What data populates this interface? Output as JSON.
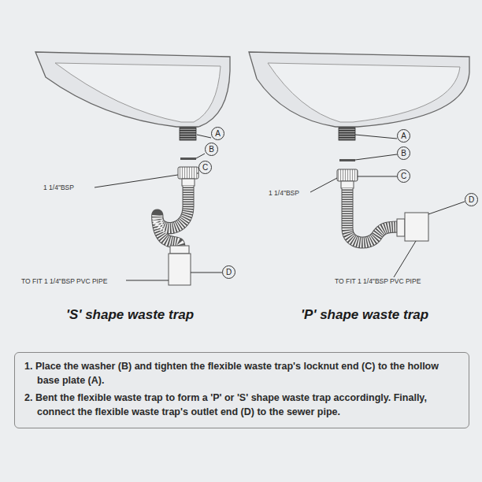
{
  "diagram": {
    "nodes": [
      {
        "text": [
          "A"
        ]
      },
      {
        "text": [
          "B"
        ]
      },
      {
        "text": [
          "C"
        ]
      },
      {
        "text": [
          "D"
        ]
      },
      {
        "text": [
          "A"
        ]
      },
      {
        "text": [
          "B"
        ]
      },
      {
        "text": [
          "C"
        ]
      },
      {
        "text": [
          "D"
        ]
      },
      {
        "text": [
          "1. Place the washer (B) and tighten the flexible waste trap's locknut end (C) to the hollow base plate (A).",
          "2. Bent the flexible waste trap to form a 'P' or 'S' shape waste trap accordingly. Finally, connect the flexible waste trap's outlet end (D) to the sewer pipe."
        ]
      }
    ],
    "labels": [
      "1 1/4\"BSP",
      "TO FIT 1 1/4\"BSP PVC PIPE",
      "'S' shape waste trap",
      "1 1/4\"BSP",
      "TO FIT 1 1/4\"BSP PVC PIPE",
      "'P' shape waste trap"
    ]
  }
}
